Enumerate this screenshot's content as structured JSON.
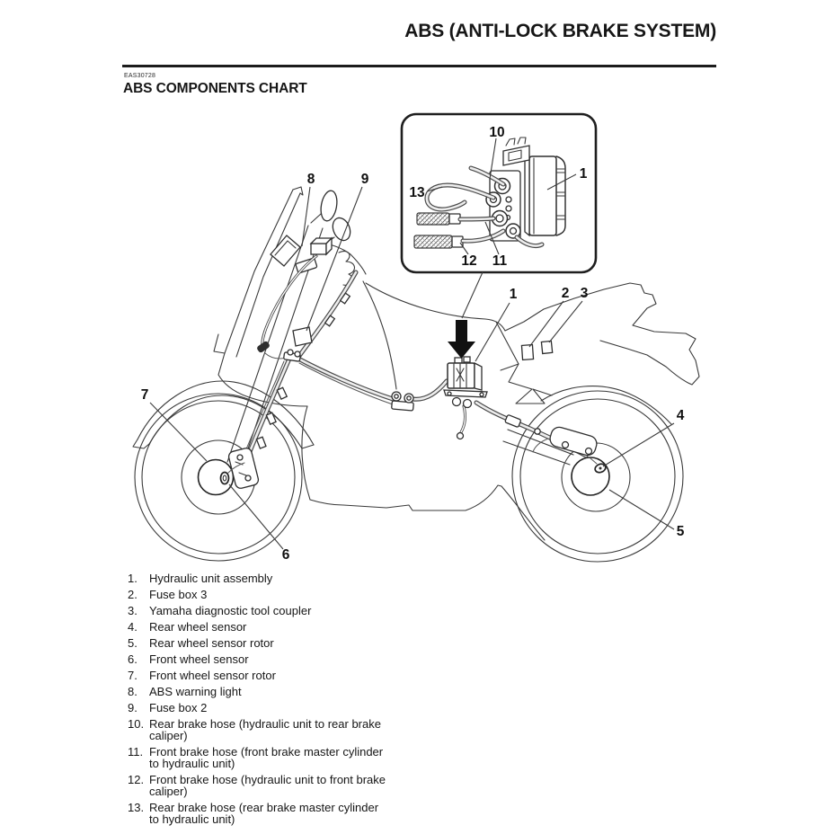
{
  "page": {
    "header_title": "ABS (ANTI-LOCK BRAKE SYSTEM)",
    "section_code": "EAS30728",
    "section_heading": "ABS COMPONENTS CHART"
  },
  "diagram": {
    "inset_callouts": {
      "c10": "10",
      "c13": "13",
      "c1": "1",
      "c12": "12",
      "c11": "11"
    },
    "main_callouts": {
      "c8": "8",
      "c9": "9",
      "c1": "1",
      "c2": "2",
      "c3": "3",
      "c7": "7",
      "c4": "4",
      "c5": "5",
      "c6": "6"
    }
  },
  "legend": {
    "items": [
      {
        "n": "1.",
        "t": "Hydraulic unit assembly"
      },
      {
        "n": "2.",
        "t": "Fuse box 3"
      },
      {
        "n": "3.",
        "t": "Yamaha diagnostic tool coupler"
      },
      {
        "n": "4.",
        "t": "Rear wheel sensor"
      },
      {
        "n": "5.",
        "t": "Rear wheel sensor rotor"
      },
      {
        "n": "6.",
        "t": "Front wheel sensor"
      },
      {
        "n": "7.",
        "t": "Front wheel sensor rotor"
      },
      {
        "n": "8.",
        "t": "ABS warning light"
      },
      {
        "n": "9.",
        "t": "Fuse box 2"
      },
      {
        "n": "10.",
        "t": "Rear brake hose (hydraulic unit to rear brake\ncaliper)"
      },
      {
        "n": "11.",
        "t": "Front brake hose (front brake master cylinder\nto hydraulic unit)"
      },
      {
        "n": "12.",
        "t": "Front brake hose (hydraulic unit to front brake\ncaliper)"
      },
      {
        "n": "13.",
        "t": "Rear brake hose (rear brake master cylinder\nto hydraulic unit)"
      }
    ]
  },
  "colors": {
    "ink": "#161616",
    "art_line": "#3a3a3a",
    "hose_fill": "#ededed"
  }
}
